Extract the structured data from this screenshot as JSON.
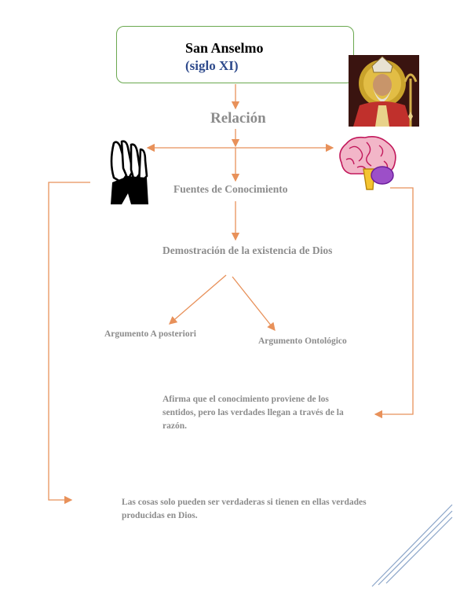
{
  "header": {
    "title": "San Anselmo",
    "subtitle": "(siglo XI)"
  },
  "relation_label": "Relación",
  "nodes": {
    "fuentes": "Fuentes de Conocimiento",
    "demostracion": "Demostración de la existencia de Dios",
    "argumento_posteriori": "Argumento A posteriori",
    "argumento_ontologico": "Argumento Ontológico",
    "afirma": "Afirma que el conocimiento proviene de los sentidos, pero las verdades llegan a través de la razón.",
    "cosas": "Las cosas solo pueden ser verdaderas si tienen en ellas verdades producidas en Dios."
  },
  "icons": [
    "portrait-icon",
    "praying-hands-icon",
    "brain-icon"
  ],
  "colors": {
    "arrow": "#e8915a",
    "box_border": "#6aa84f",
    "subtitle": "#2e4a8c",
    "text_gray": "#8c8c8c"
  }
}
